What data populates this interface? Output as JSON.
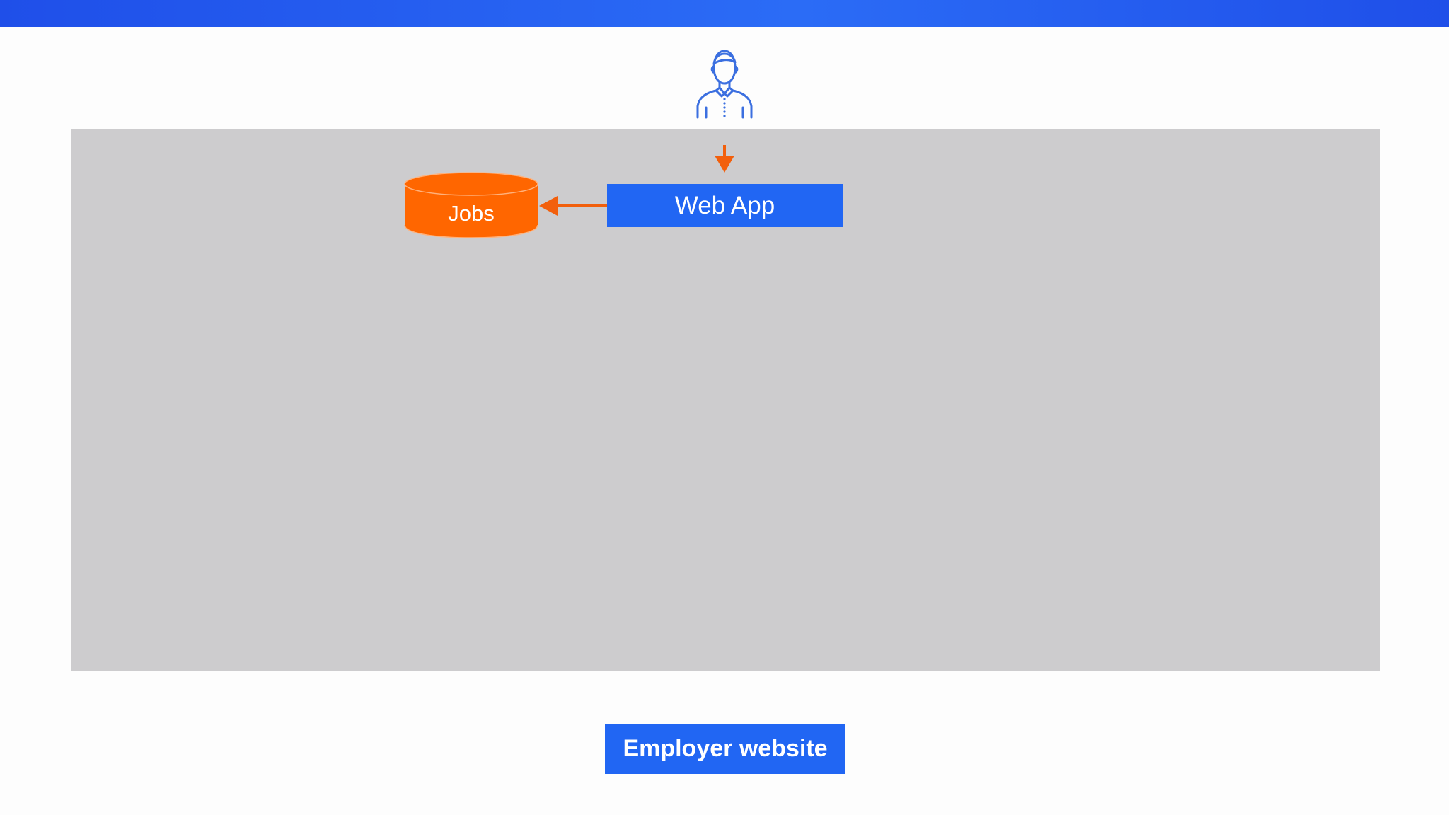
{
  "diagram": {
    "nodes": {
      "user": {
        "icon": "user-person-icon"
      },
      "web_app": {
        "label": "Web App"
      },
      "jobs_db": {
        "label": "Jobs",
        "icon": "database-cylinder-icon"
      },
      "employer_website": {
        "label": "Employer website"
      }
    },
    "edges": [
      {
        "from": "user",
        "to": "web_app"
      },
      {
        "from": "web_app",
        "to": "jobs_db"
      }
    ]
  },
  "colors": {
    "accent_blue": "#2166f3",
    "top_bar_blue": "#1f4fe9",
    "database_orange": "#ff6600",
    "arrow_orange": "#f25f0c",
    "boundary_gray": "#cdccce",
    "icon_outline_blue": "#3b6fe0"
  }
}
